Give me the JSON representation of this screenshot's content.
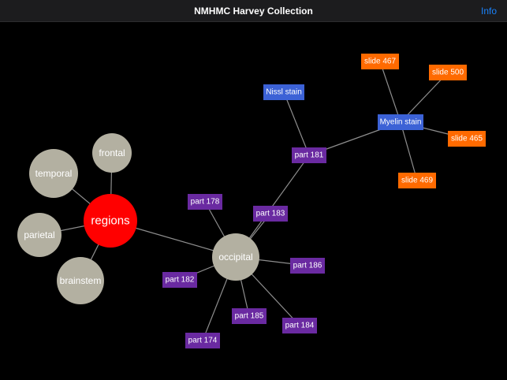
{
  "header": {
    "title": "NMHMC Harvey Collection",
    "info_label": "Info"
  },
  "colors": {
    "background": "#000000",
    "nav_bar": "#1c1c1e",
    "info_link": "#1a82fb",
    "root_node": "#ff0000",
    "region_node": "#b3b0a1",
    "part_node": "#6a2aa1",
    "stain_node": "#3c62d6",
    "slide_node": "#ff6a00",
    "edge": "#8e8e8e"
  },
  "nodes": {
    "regions": "regions",
    "frontal": "frontal",
    "temporal": "temporal",
    "parietal": "parietal",
    "brainstem": "brainstem",
    "occipital": "occipital",
    "part178": "part 178",
    "part183": "part 183",
    "part181": "part 181",
    "part182": "part 182",
    "part186": "part 186",
    "part185": "part 185",
    "part184": "part 184",
    "part174": "part 174",
    "nissl": "Nissl stain",
    "myelin": "Myelin stain",
    "slide467": "slide 467",
    "slide500": "slide 500",
    "slide465": "slide 465",
    "slide469": "slide 469"
  }
}
